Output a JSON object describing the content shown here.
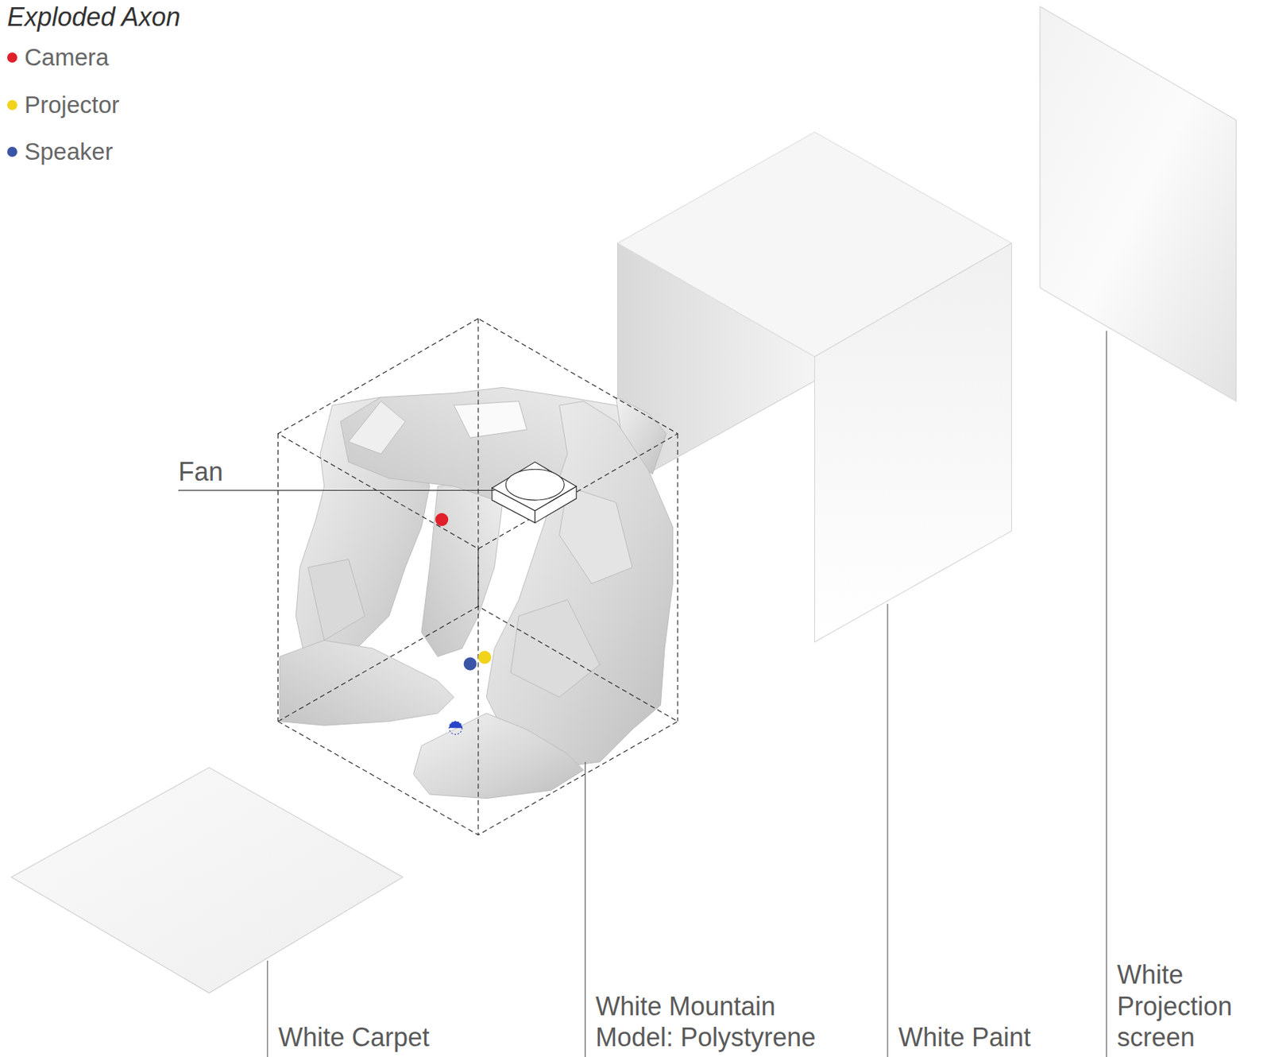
{
  "diagram": {
    "title": "Exploded Axon",
    "labels": [
      "Fan",
      "White Carpet",
      "White Mountain Model: Polystyrene",
      "White Paint",
      "White Projection screen"
    ],
    "legend": [
      {
        "text": "Camera",
        "color": "#e0202a"
      },
      {
        "text": "Projector",
        "color": "#f2d31b"
      },
      {
        "text": "Speaker",
        "color": "#3b55a6"
      }
    ]
  }
}
